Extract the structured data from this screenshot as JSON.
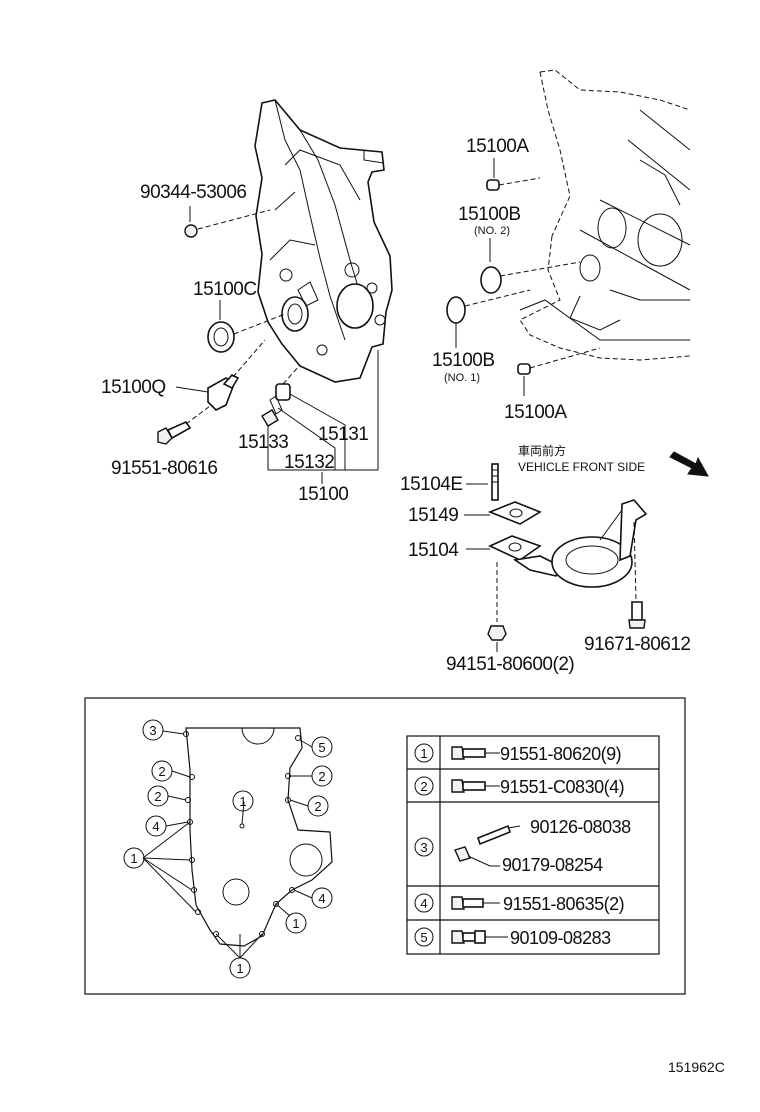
{
  "labels": {
    "p90344": "90344-53006",
    "p15100C": "15100C",
    "p15100Q": "15100Q",
    "p91551_80616": "91551-80616",
    "p15133": "15133",
    "p15131": "15131",
    "p15132": "15132",
    "p15100": "15100",
    "p15100A_top": "15100A",
    "p15100B_top": "15100B",
    "p15100B_top_sub": "(NO. 2)",
    "p15100B_bot": "15100B",
    "p15100B_bot_sub": "(NO. 1)",
    "p15100A_bot": "15100A",
    "front_jp": "車両前方",
    "front_en": "VEHICLE FRONT SIDE",
    "p15104E": "15104E",
    "p15149": "15149",
    "p15104": "15104",
    "p91671": "91671-80612",
    "p94151": "94151-80600(2)",
    "code": "151962C"
  },
  "bolt_table": [
    {
      "num": "1",
      "parts": [
        "91551-80620(9)"
      ]
    },
    {
      "num": "2",
      "parts": [
        "91551-C0830(4)"
      ]
    },
    {
      "num": "3",
      "parts": [
        "90126-08038",
        "90179-08254"
      ]
    },
    {
      "num": "4",
      "parts": [
        "91551-80635(2)"
      ]
    },
    {
      "num": "5",
      "parts": [
        "90109-08283"
      ]
    }
  ],
  "bolt_callouts": {
    "c3": "3",
    "c5": "5",
    "c2a": "2",
    "c2b": "2",
    "c2c": "2",
    "c2d": "2",
    "c4a": "4",
    "c4b": "4",
    "c1a": "1",
    "c1b": "1",
    "c1c": "1",
    "c1d": "1"
  }
}
